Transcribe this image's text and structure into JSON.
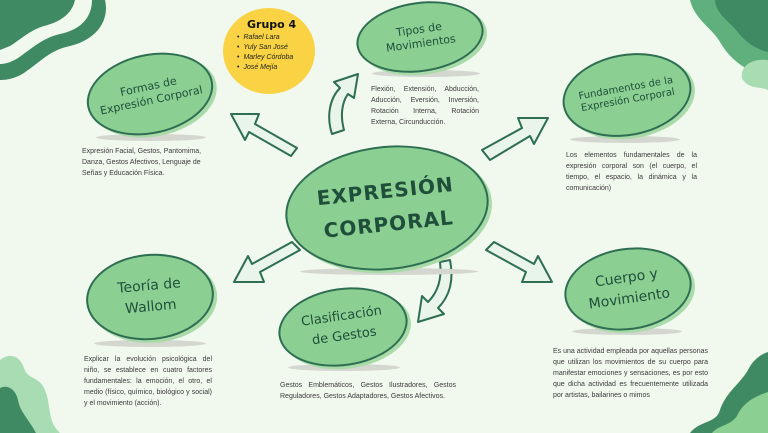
{
  "colors": {
    "background": "#f1f8ee",
    "oval_fill": "#8ccf92",
    "oval_border": "#2e6e52",
    "dark_green": "#2e6e52",
    "group_badge": "#f9d344"
  },
  "group": {
    "title": "Grupo 4",
    "members": [
      "Rafael Lara",
      "Yuly San José",
      "Marley Córdoba",
      "José Mejía"
    ]
  },
  "center": {
    "line1": "EXPRESIÓN",
    "line2": "CORPORAL"
  },
  "nodes": {
    "formas": {
      "line1": "Formas de",
      "line2": "Expresión Corporal",
      "description": "Expresión Facial, Gestos, Pantomima, Danza, Gestos Afectivos, Lenguaje de Señas y Educación Física."
    },
    "tipos": {
      "line1": "Tipos de",
      "line2": "Movimientos",
      "description": "Flexión, Extensión, Abducción, Aducción, Eversión, Inversión, Rotación Interna, Rotación Externa, Circunducción."
    },
    "fundamentos": {
      "line1": "Fundamentos de la",
      "line2": "Expresión Corporal",
      "description": "Los elementos fundamentales de la expresión corporal son (el cuerpo, el tiempo, el espacio, la dinámica y la comunicación)"
    },
    "wallom": {
      "line1": "Teoría de",
      "line2": "Wallom",
      "description": "Explicar la evolución psicológica del niño, se establece en cuatro factores fundamentales: la emoción, el otro, el medio (físico, químico, biológico y social) y el movimiento (acción)."
    },
    "clasificacion": {
      "line1": "Clasificación",
      "line2": "de Gestos",
      "description": "Gestos Emblemáticos, Gestos Ilustradores, Gestos Reguladores, Gestos Adaptadores, Gestos Afectivos."
    },
    "cuerpo": {
      "line1": "Cuerpo y",
      "line2": "Movimiento",
      "description": "Es una actividad empleada por aquellas personas que utilizan los movimientos de su cuerpo para manifestar emociones y sensaciones, es por esto que dicha actividad es frecuentemente utilizada por artistas, bailarines o mimos"
    }
  }
}
